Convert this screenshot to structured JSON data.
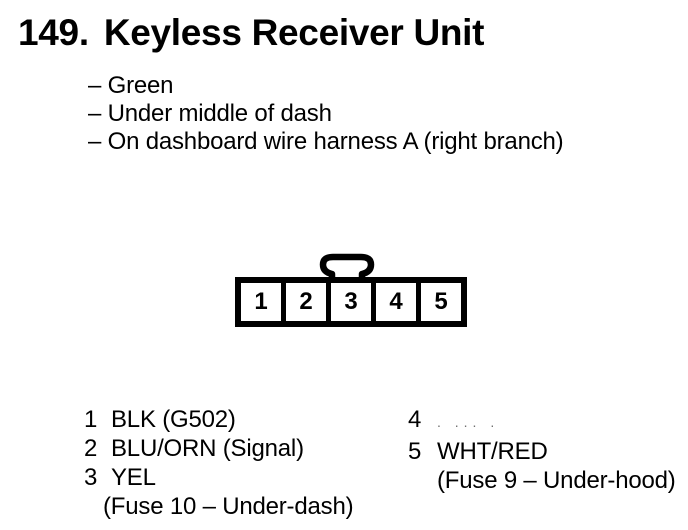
{
  "page": {
    "item_number": "149.",
    "title": "Keyless Receiver Unit"
  },
  "details": [
    "– Green",
    "– Under middle of dash",
    "– On dashboard wire harness A (right branch)"
  ],
  "connector": {
    "cavities": [
      "1",
      "2",
      "3",
      "4",
      "5"
    ]
  },
  "pins": {
    "left": [
      {
        "num": "1",
        "label": "BLK (G502)"
      },
      {
        "num": "2",
        "label": "BLU/ORN (Signal)"
      },
      {
        "num": "3",
        "label": "YEL",
        "note": "(Fuse 10 – Under-dash)"
      }
    ],
    "right": [
      {
        "num": "4",
        "label": ". ... ."
      },
      {
        "num": "5",
        "label": "WHT/RED",
        "note": "(Fuse 9 – Under-hood)"
      }
    ]
  }
}
